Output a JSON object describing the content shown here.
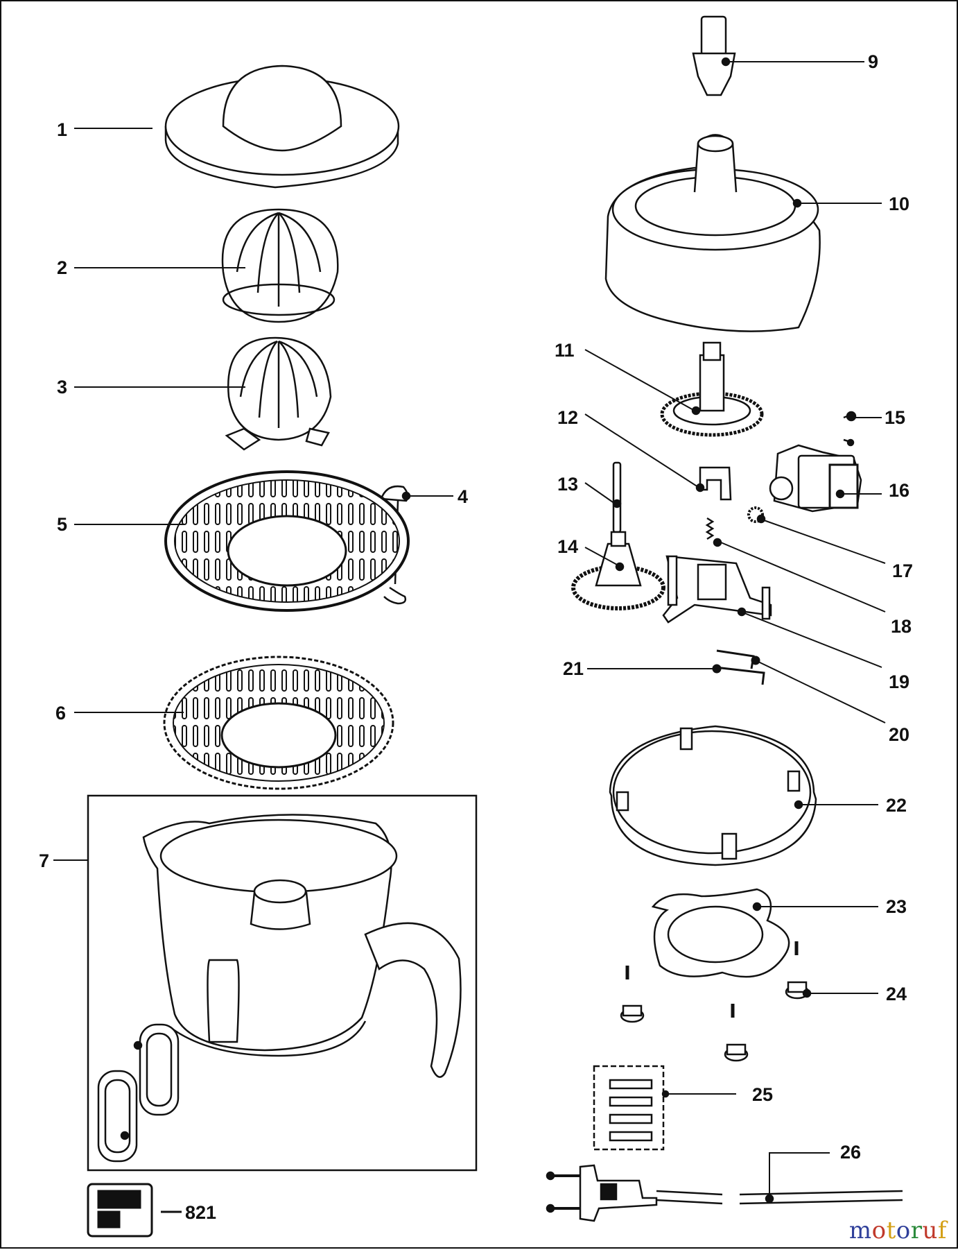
{
  "diagram": {
    "callouts": [
      "1",
      "2",
      "3",
      "4",
      "5",
      "6",
      "7",
      "821",
      "9",
      "10",
      "11",
      "12",
      "13",
      "14",
      "15",
      "16",
      "17",
      "18",
      "19",
      "20",
      "21",
      "22",
      "23",
      "24",
      "25",
      "26"
    ]
  },
  "watermark": {
    "text": "motoruf",
    "letters": [
      "m",
      "o",
      "t",
      "o",
      "r",
      "u",
      "f"
    ],
    "colors": [
      "#2f3f9a",
      "#c0392b",
      "#d4a017",
      "#2f3f9a",
      "#2a8a3a",
      "#c0392b",
      "#d4a017"
    ]
  }
}
